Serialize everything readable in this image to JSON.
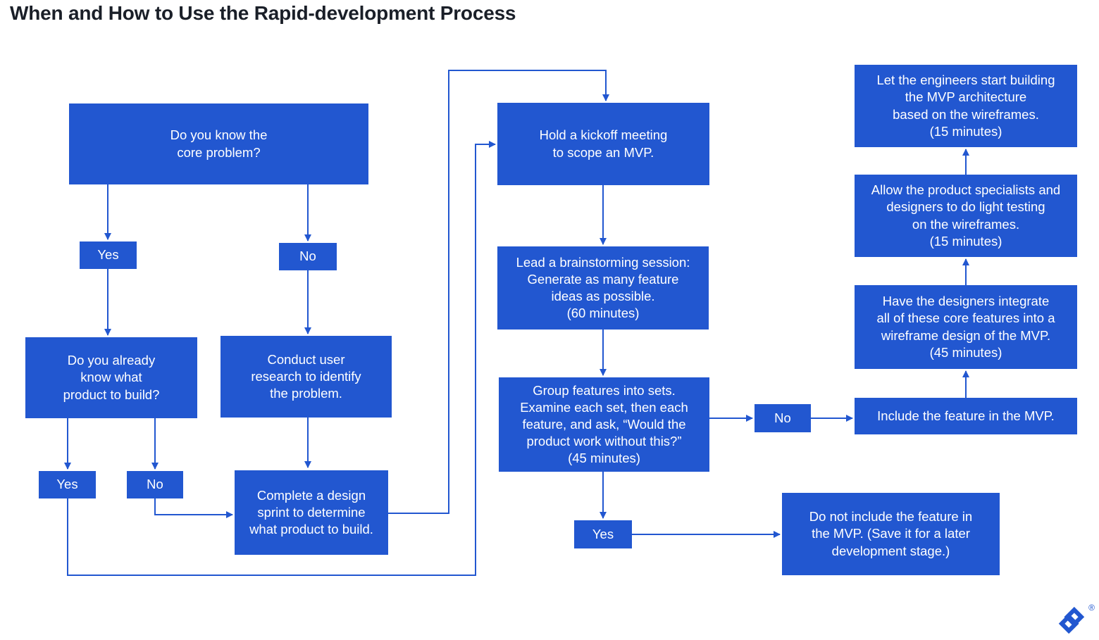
{
  "title": "When and How to Use the Rapid-development Process",
  "colors": {
    "accent": "#2257d0",
    "node_text": "#ffffff",
    "title_text": "#1a1f28",
    "background": "#ffffff"
  },
  "nodes": {
    "core_problem": "Do you know the\ncore problem?",
    "yes_core": "Yes",
    "no_core": "No",
    "know_product": "Do you already\nknow what\nproduct to build?",
    "conduct_research": "Conduct user\nresearch to identify\nthe problem.",
    "yes_product": "Yes",
    "no_product": "No",
    "design_sprint": "Complete a design\nsprint to determine\nwhat product to build.",
    "kickoff": "Hold a kickoff meeting\nto scope an MVP.",
    "brainstorm": "Lead a brainstorming session:\nGenerate as many feature\nideas as possible.\n(60 minutes)",
    "group_features": "Group features into sets.\nExamine each set, then each\nfeature, and ask, “Would the\nproduct work without this?”\n(45 minutes)",
    "no_group": "No",
    "include_feature": "Include the feature in the MVP.",
    "yes_group": "Yes",
    "do_not_include": "Do not include the feature in\nthe MVP. (Save it for a later\ndevelopment stage.)",
    "have_designers": "Have the designers integrate\nall of these core features into a\nwireframe design of the MVP.\n(45 minutes)",
    "allow_testing": "Allow the product specialists and\ndesigners to do light testing\non the wireframes.\n(15 minutes)",
    "let_engineers": "Let the engineers start building\nthe MVP architecture\nbased on the wireframes.\n(15 minutes)"
  },
  "logo": {
    "registered": "®"
  }
}
